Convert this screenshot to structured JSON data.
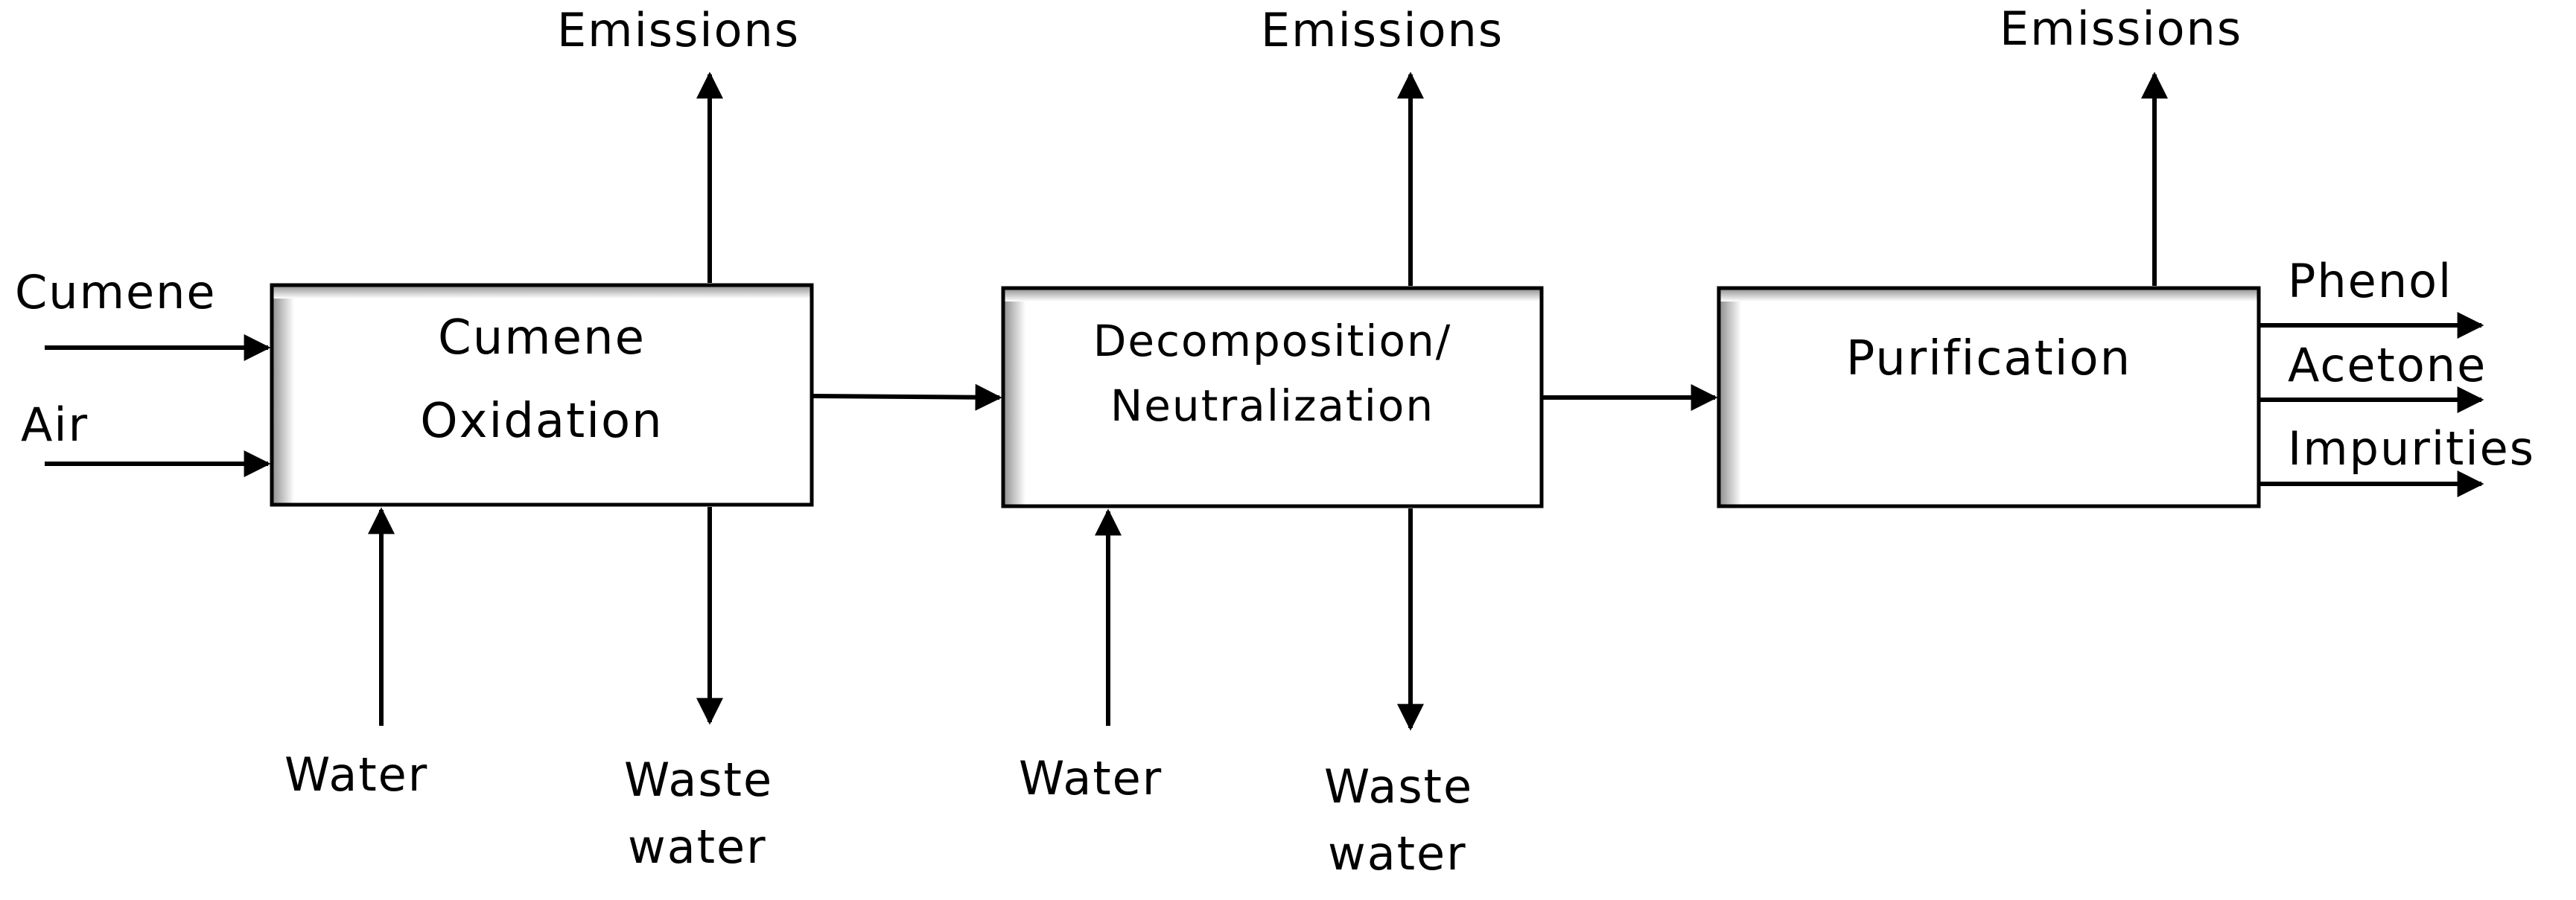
{
  "nodes": {
    "oxidation": {
      "line1": "Cumene",
      "line2": "Oxidation"
    },
    "decomposition": {
      "line1": "Decomposition/",
      "line2": "Neutralization"
    },
    "purification": {
      "line1": "Purification"
    }
  },
  "inputs": {
    "cumene": "Cumene",
    "air": "Air",
    "water_1": "Water",
    "water_2": "Water"
  },
  "outputs": {
    "emissions_1": "Emissions",
    "emissions_2": "Emissions",
    "emissions_3": "Emissions",
    "waste_water_1": {
      "line1": "Waste",
      "line2": "water"
    },
    "waste_water_2": {
      "line1": "Waste",
      "line2": "water"
    },
    "phenol": "Phenol",
    "acetone": "Acetone",
    "impurities": "Impurities"
  },
  "colors": {
    "stroke": "#000000",
    "box_shadow": "#9a9a9a",
    "background": "#ffffff"
  }
}
